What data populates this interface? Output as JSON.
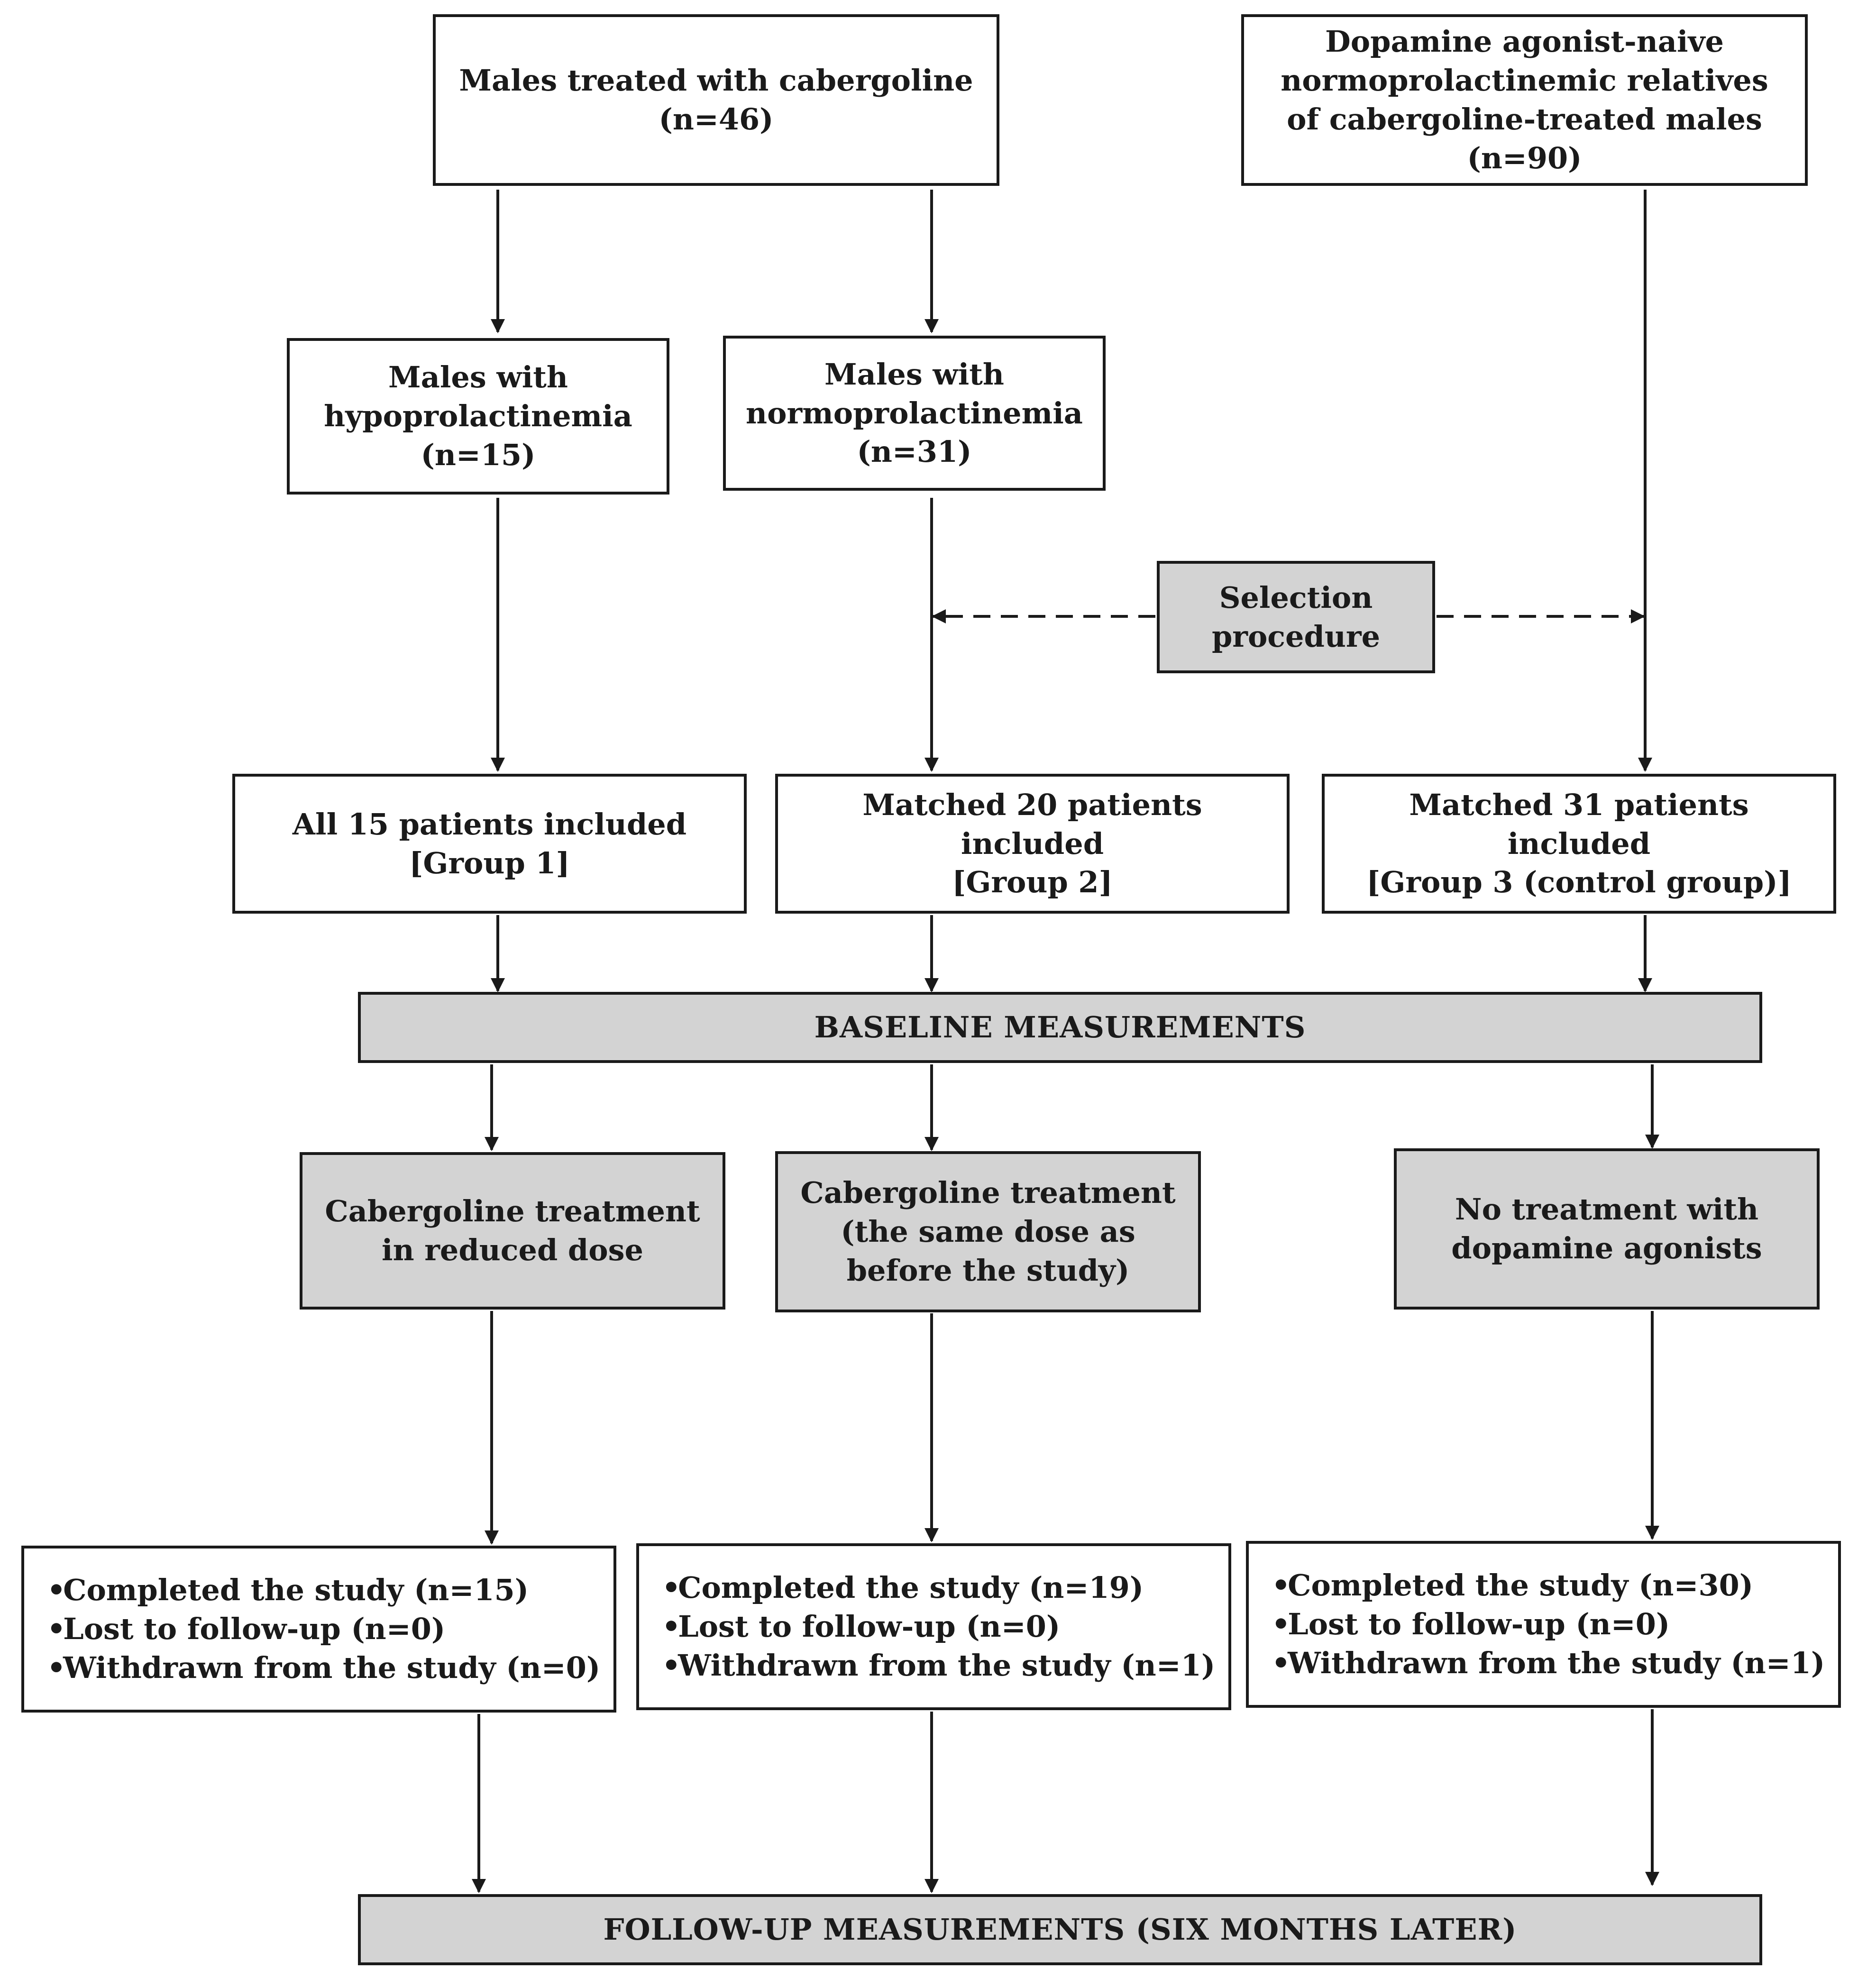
{
  "nodes": {
    "males_treated": [
      "Males treated with cabergoline",
      "(n=46)"
    ],
    "relatives": [
      "Dopamine agonist-naive",
      "normoprolactinemic relatives",
      "of cabergoline-treated males",
      "(n=90)"
    ],
    "hypo": [
      "Males with",
      "hypoprolactinemia",
      "(n=15)"
    ],
    "normo": [
      "Males with",
      "normoprolactinemia",
      "(n=31)"
    ],
    "selection": [
      "Selection",
      "procedure"
    ],
    "group1": [
      "All 15 patients included",
      "[Group 1]"
    ],
    "group2": [
      "Matched 20 patients included",
      "[Group 2]"
    ],
    "group3": [
      "Matched 31 patients included",
      "[Group 3 (control group)]"
    ],
    "baseline": [
      "BASELINE MEASUREMENTS"
    ],
    "treat1": [
      "Cabergoline treatment",
      "in reduced dose"
    ],
    "treat2": [
      "Cabergoline treatment",
      "(the same dose as",
      "before the study)"
    ],
    "treat3": [
      "No treatment with",
      "dopamine agonists"
    ],
    "outcome1": [
      "Completed the study (n=15)",
      "Lost to follow-up (n=0)",
      "Withdrawn from the study (n=0)"
    ],
    "outcome2": [
      "Completed the study (n=19)",
      "Lost to follow-up (n=0)",
      "Withdrawn from the study (n=1)"
    ],
    "outcome3": [
      "Completed the study (n=30)",
      "Lost to follow-up (n=0)",
      "Withdrawn from the study (n=1)"
    ],
    "followup": [
      "FOLLOW-UP MEASUREMENTS (SIX MONTHS LATER)"
    ]
  },
  "colors": {
    "line": "#1a1a1a",
    "box_fill": "#ffffff",
    "highlight_fill": "#d3d3d3"
  }
}
